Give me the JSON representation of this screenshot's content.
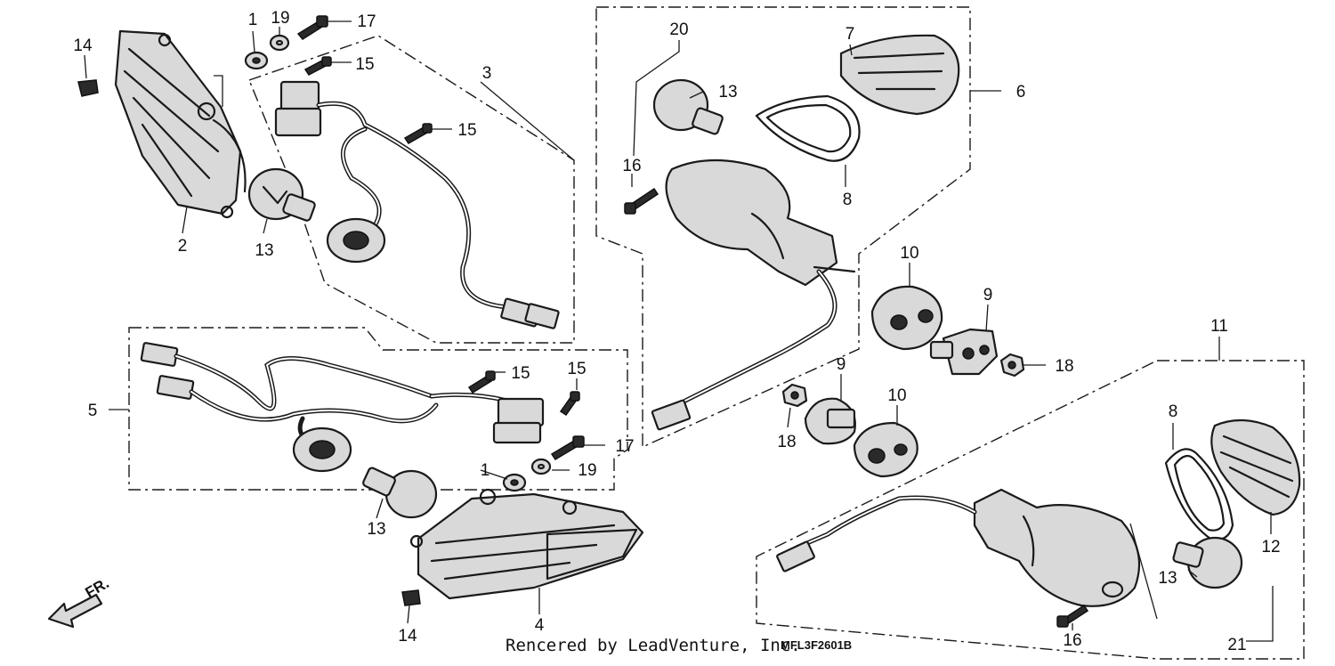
{
  "callouts": {
    "c1_top": "1",
    "c19_top": "19",
    "c17_top": "17",
    "c14_top": "14",
    "c15_a": "15",
    "c3": "3",
    "c15_b": "15",
    "c2": "2",
    "c13_left": "13",
    "c20": "20",
    "c7": "7",
    "c6": "6",
    "c13_upper": "13",
    "c16_upper": "16",
    "c8_upper": "8",
    "c10_upper": "10",
    "c9_upper": "9",
    "c18_right": "18",
    "c11": "11",
    "c5": "5",
    "c15_c": "15",
    "c15_d": "15",
    "c9_lower": "9",
    "c10_lower": "10",
    "c18_lower": "18",
    "c17_lower": "17",
    "c1_lower": "1",
    "c19_lower": "19",
    "c8_right": "8",
    "c12": "12",
    "c13_lower": "13",
    "c13_right": "13",
    "c4": "4",
    "c14_lower": "14",
    "c16_lower": "16",
    "c21": "21"
  },
  "credit": "Rencered by LeadVenture, Inc.",
  "diagram_code": "MFL3F2601B",
  "direction_label": "FR."
}
